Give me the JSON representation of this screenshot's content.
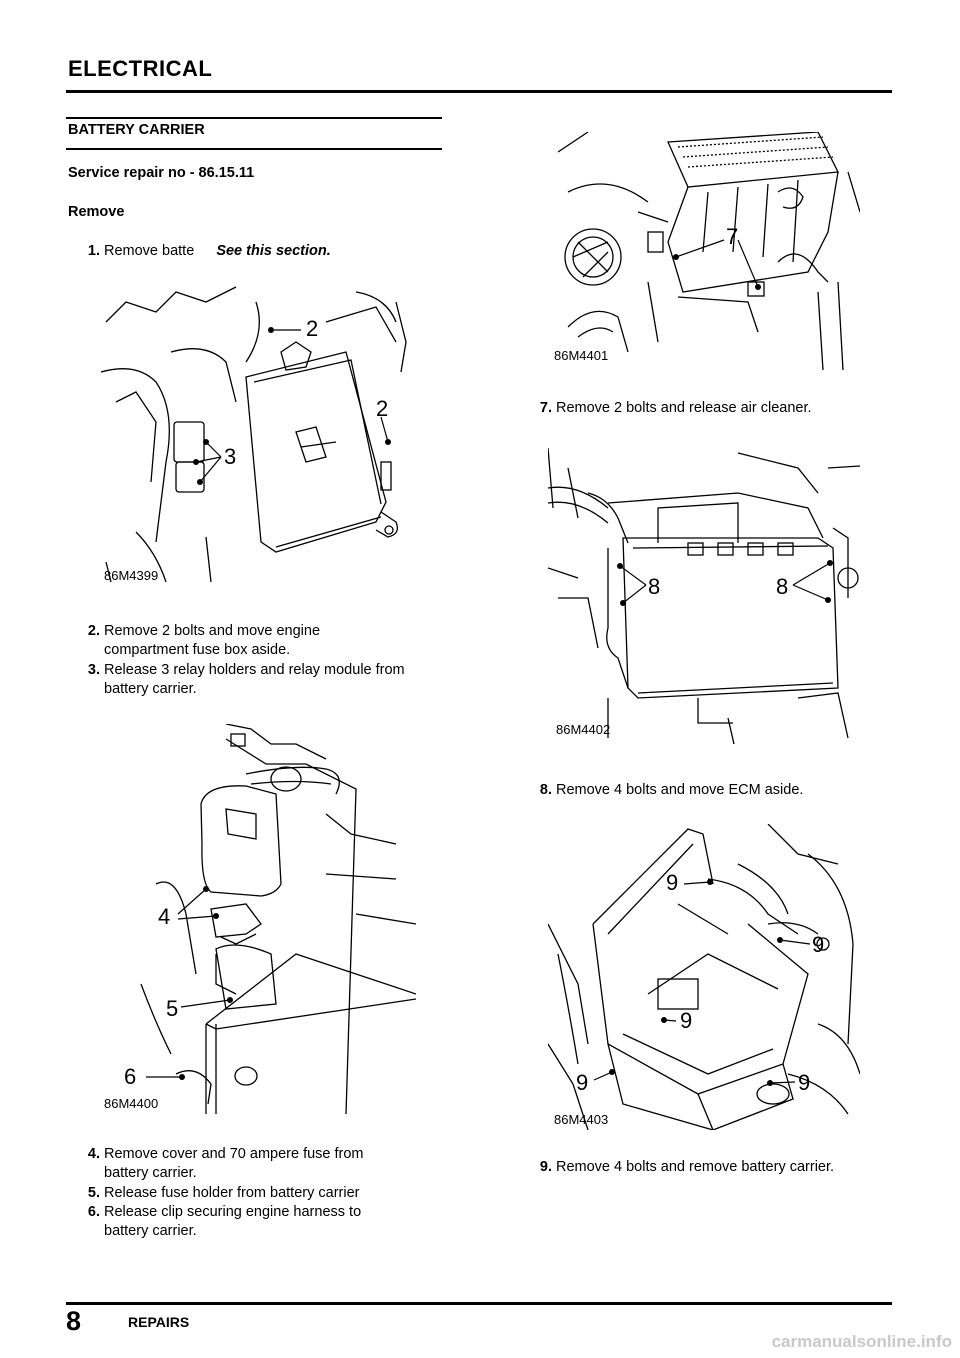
{
  "header": {
    "title": "ELECTRICAL"
  },
  "section": {
    "title": "BATTERY CARRIER",
    "service": "Service repair no - 86.15.11",
    "remove": "Remove"
  },
  "steps": [
    {
      "num": "1.",
      "text": "Remove batte",
      "see": "See this section."
    },
    {
      "num": "2.",
      "text": "Remove 2 bolts and move engine",
      "text2": "compartment fuse box aside."
    },
    {
      "num": "3.",
      "text": "Release 3 relay holders and relay module from",
      "text2": "battery carrier."
    },
    {
      "num": "4.",
      "text": "Remove cover and 70 ampere fuse from",
      "text2": "battery carrier."
    },
    {
      "num": "5.",
      "text": "Release fuse holder from battery carrier"
    },
    {
      "num": "6.",
      "text": "Release clip securing engine harness to",
      "text2": "battery carrier."
    },
    {
      "num": "7.",
      "text": "Remove 2 bolts and release air cleaner."
    },
    {
      "num": "8.",
      "text": "Remove 4 bolts and move ECM aside."
    },
    {
      "num": "9.",
      "text": "Remove 4 bolts and remove battery carrier."
    }
  ],
  "figures": [
    {
      "id": "86M4399",
      "callouts": [
        "2",
        "2",
        "3"
      ]
    },
    {
      "id": "86M4400",
      "callouts": [
        "4",
        "5",
        "6"
      ]
    },
    {
      "id": "86M4401",
      "callouts": [
        "7"
      ]
    },
    {
      "id": "86M4402",
      "callouts": [
        "8",
        "8"
      ]
    },
    {
      "id": "86M4403",
      "callouts": [
        "9",
        "9",
        "9",
        "9",
        "9"
      ]
    }
  ],
  "footer": {
    "page": "8",
    "label": "REPAIRS"
  },
  "watermark": "carmanualsonline.info"
}
